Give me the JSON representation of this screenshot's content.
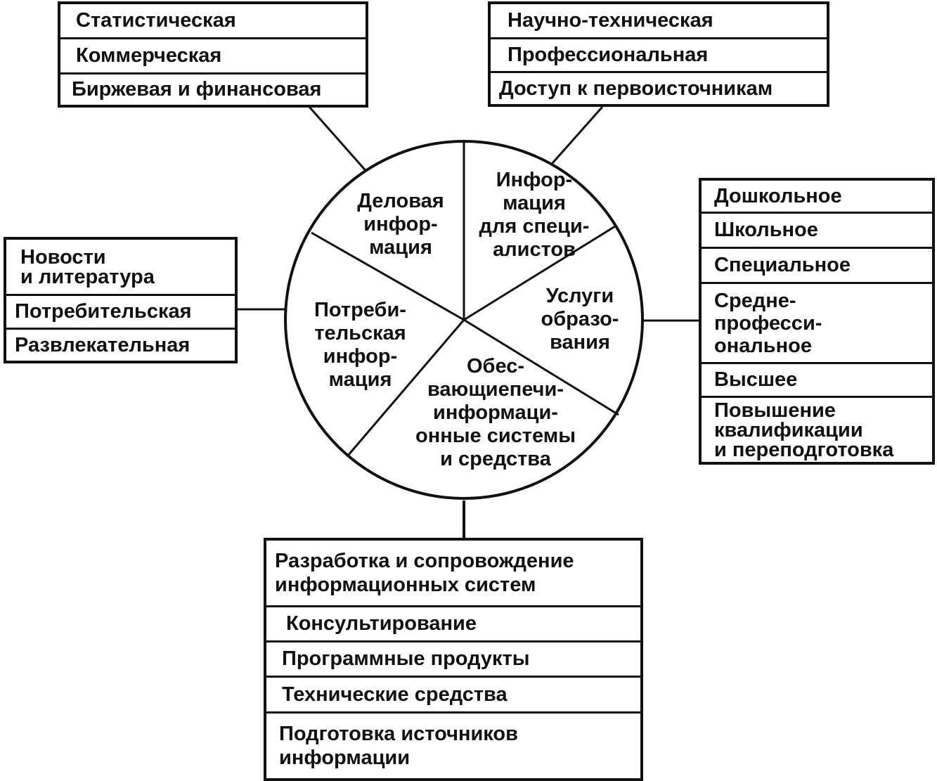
{
  "sectors": {
    "business": "Деловая\nинфор-\nмация",
    "specialists": "Инфор-\nмация\nдля специ-\nалистов",
    "education": "Услуги\nобразо-\nвания",
    "systems": "Обес-\nвающиепечи-\nинформаци-\nонные системы\nи средства",
    "consumer": "Потреби-\nтельская\nинфор-\nмация"
  },
  "boxes": {
    "business": [
      "Статистическая",
      "Коммерческая",
      "Биржевая и финансовая"
    ],
    "specialists": [
      "Научно-техническая",
      "Профессиональная",
      "Доступ к первоисточникам"
    ],
    "education": [
      "Дошкольное",
      "Школьное",
      "Специальное",
      "Средне-\nпрофесси-\nональное",
      "Высшее",
      "Повышение\nквалификации\nи переподготовка"
    ],
    "consumer": [
      "Новости\nи литература",
      "Потребительская",
      "Развлекательная"
    ],
    "systems": [
      "Разработка и сопровождение\nинформационных систем",
      "Консультирование",
      "Программные продукты",
      "Технические средства",
      "Подготовка источников\nинформации"
    ]
  }
}
